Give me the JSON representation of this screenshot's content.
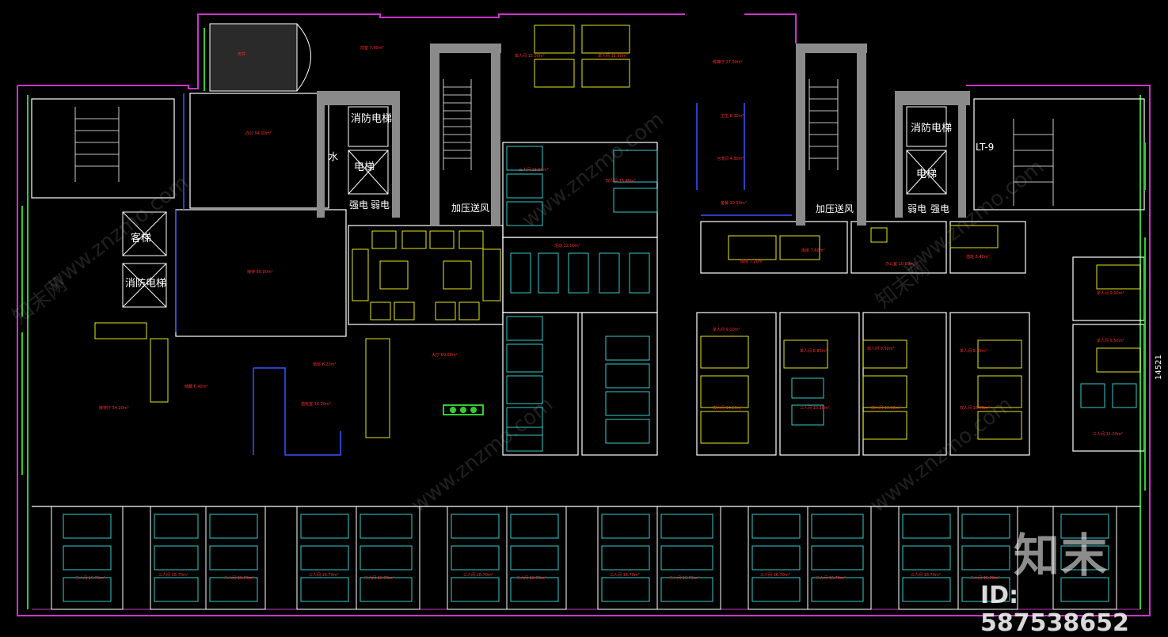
{
  "colors": {
    "background": "#000000",
    "exterior_wall": "#cc33cc",
    "wall": "#9a9a9a",
    "structure": "#ffffff",
    "partition": "#3355ff",
    "window": "#33cc33",
    "furniture_yellow": "#e6e619",
    "furniture_cyan": "#33cccc",
    "label_red": "#ff2a2a",
    "core_fill": "#8a8a8a"
  },
  "core_labels": {
    "fire_elevator_1": "消防电梯",
    "elevator_1": "电梯",
    "water": "水",
    "strong_power_1": "强电",
    "weak_power_1": "弱电",
    "pressurize_1": "加压送风",
    "pressurize_2": "加压送风",
    "fire_elevator_2": "消防电梯",
    "elevator_2": "电梯",
    "weak_power_2": "弱电",
    "strong_power_2": "强电",
    "passenger_elevator": "客梯",
    "fire_elevator_3": "消防电梯",
    "stair_lt": "LT-9",
    "dimension": "14521"
  },
  "watermark": {
    "logo": "知末",
    "id": "ID: 587538652",
    "site": "www.znzmo.com",
    "site_cn": "知末网"
  }
}
